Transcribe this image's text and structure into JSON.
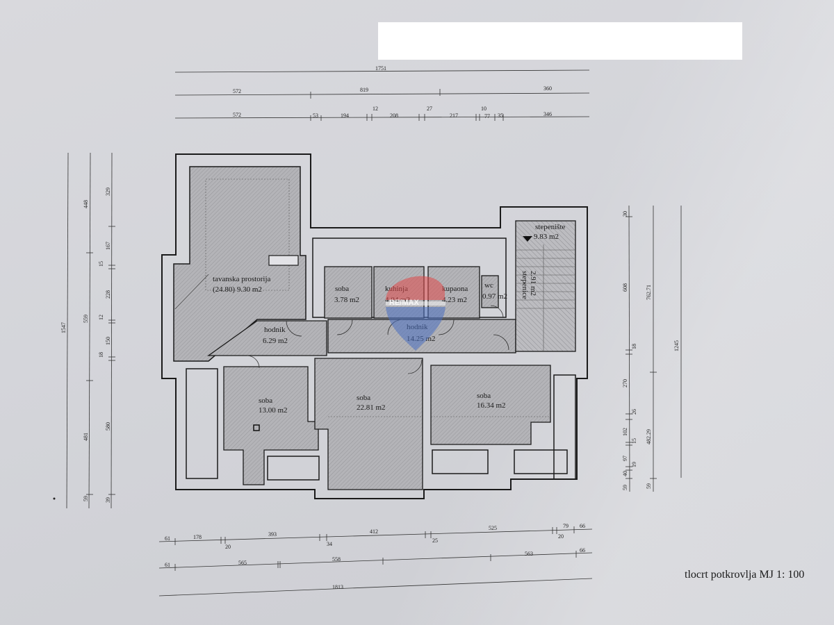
{
  "document": {
    "type": "architectural floor plan (scanned)",
    "caption": "tlocrt potkrovlja MJ 1: 100",
    "redacted_header": ""
  },
  "watermark": {
    "brand": "RE/MAX",
    "colors": {
      "red": "#e04a4a",
      "blue": "#4a6fc0"
    }
  },
  "rooms": [
    {
      "name": "tavanska prostorija",
      "area": "(24.80) 9.30 m2"
    },
    {
      "name": "hodnik",
      "area": "6.29 m2"
    },
    {
      "name": "soba",
      "area": "3.78 m2"
    },
    {
      "name": "kuhinja",
      "area": "4.04 m2"
    },
    {
      "name": "kupaona",
      "area": "4.23 m2"
    },
    {
      "name": "wc",
      "area": "0.97 m2"
    },
    {
      "name": "hodnik",
      "area": "14.25 m2"
    },
    {
      "name": "stepenište",
      "area": "9.83 m2"
    },
    {
      "name": "stepenice",
      "area": "2.91 m2"
    },
    {
      "name": "soba",
      "area": "13.00 m2"
    },
    {
      "name": "soba",
      "area": "22.81 m2"
    },
    {
      "name": "soba",
      "area": "16.34 m2"
    }
  ],
  "dimensions": {
    "top": {
      "row1": [
        "1751"
      ],
      "row2": [
        "572",
        "819",
        "360"
      ],
      "row3": [
        "572",
        "53",
        "194",
        "12",
        "208",
        "27",
        "217",
        "10",
        "77",
        "35",
        "346"
      ]
    },
    "left": {
      "col1": [
        "1547"
      ],
      "col2": [
        "448",
        "559",
        "481",
        "59"
      ],
      "col3": [
        "329",
        "167",
        "15",
        "228",
        "12",
        "150",
        "18",
        "580",
        "39"
      ]
    },
    "right": {
      "col1": [
        "30",
        "608",
        "18",
        "270",
        "26",
        "102",
        "15",
        "97",
        "19",
        "40",
        "59"
      ],
      "col2": [
        "762.71",
        "482.29",
        "59"
      ],
      "col3": [
        "1245"
      ]
    },
    "bottom": {
      "row1": [
        "61",
        "178",
        "20",
        "393",
        "34",
        "412",
        "25",
        "525",
        "20",
        "79",
        "66"
      ],
      "row2": [
        "61",
        "565",
        "558",
        "563",
        "66"
      ],
      "row3": [
        "1813"
      ]
    }
  }
}
